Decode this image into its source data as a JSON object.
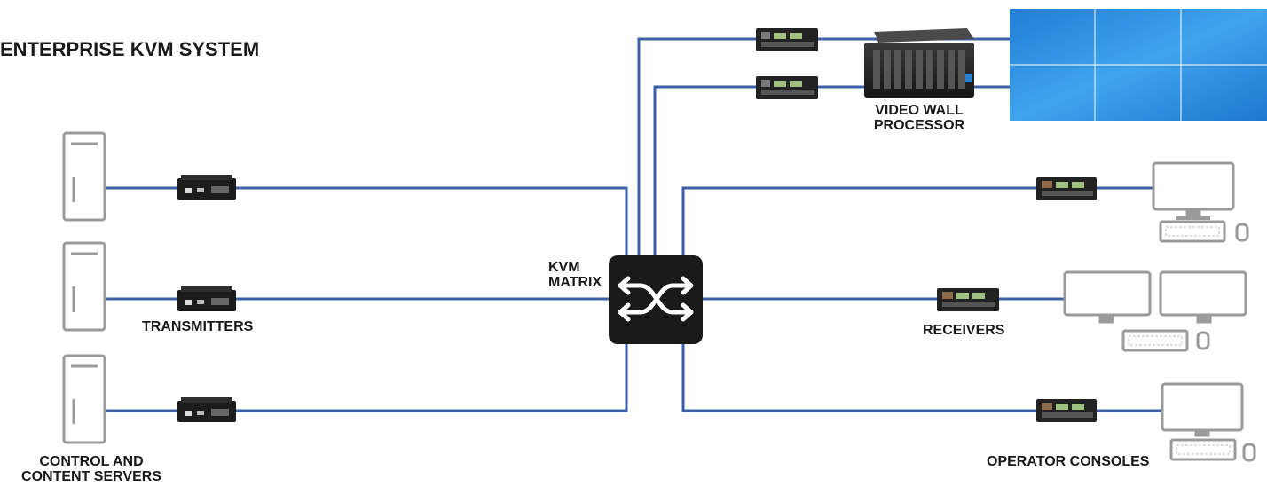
{
  "title": "ENTERPRISE KVM SYSTEM",
  "labels": {
    "kvm_matrix": "KVM MATRIX",
    "video_wall_processor": "VIDEO WALL PROCESSOR",
    "transmitters": "TRANSMITTERS",
    "receivers": "RECEIVERS",
    "operator_consoles": "OPERATOR CONSOLES",
    "control_content_servers": "CONTROL AND CONTENT SERVERS"
  },
  "colors": {
    "cable": "#3d5fa8",
    "device_outline": "#9a9a9a",
    "matrix_box": "#1a1a1a",
    "video_wall": "#2b8fe0"
  }
}
